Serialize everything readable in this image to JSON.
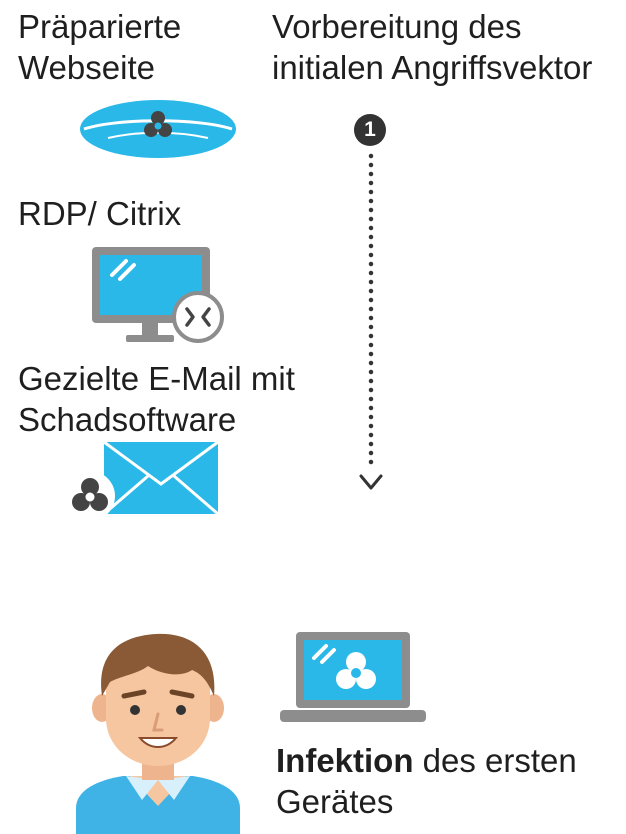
{
  "step": {
    "title": "Vorbereitung des\ninitialen Angriffsvektor",
    "number": "1"
  },
  "vectors": [
    {
      "label": "Präparierte\nWebseite",
      "icon": "biohazard-website-icon"
    },
    {
      "label": "RDP/ Citrix",
      "icon": "remote-desktop-monitor-icon"
    },
    {
      "label": "Gezielte E-Mail mit\nSchadsoftware",
      "icon": "biohazard-email-icon"
    }
  ],
  "result": {
    "bold": "Infektion",
    "rest": " des ersten\nGerätes",
    "icon": "infected-laptop-icon",
    "person_icon": "user-avatar-icon"
  },
  "colors": {
    "accent": "#2ab8e8",
    "dark": "#333333",
    "frame": "#8d8d8d",
    "skin": "#f5c6a0",
    "hair": "#8a5a36"
  }
}
